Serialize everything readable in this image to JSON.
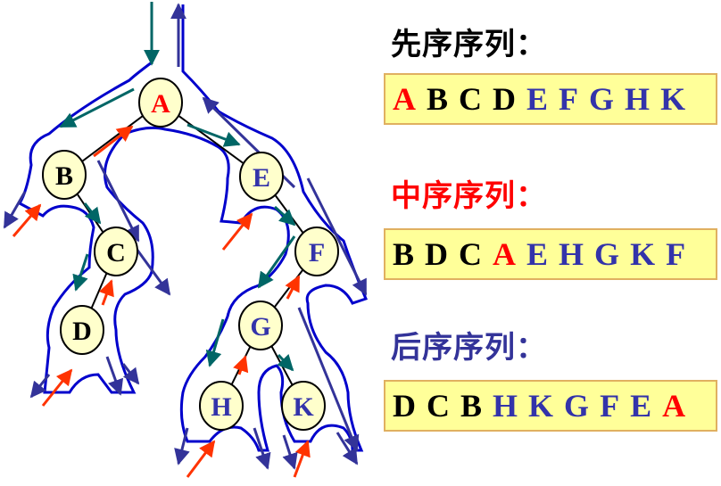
{
  "tree": {
    "nodes": [
      {
        "id": "A",
        "label": "A",
        "color": "#ff0000"
      },
      {
        "id": "B",
        "label": "B",
        "color": "#000000"
      },
      {
        "id": "C",
        "label": "C",
        "color": "#000000"
      },
      {
        "id": "D",
        "label": "D",
        "color": "#000000"
      },
      {
        "id": "E",
        "label": "E",
        "color": "#3333aa"
      },
      {
        "id": "F",
        "label": "F",
        "color": "#3333aa"
      },
      {
        "id": "G",
        "label": "G",
        "color": "#3333aa"
      },
      {
        "id": "H",
        "label": "H",
        "color": "#3333aa"
      },
      {
        "id": "K",
        "label": "K",
        "color": "#3333aa"
      }
    ],
    "edges": [
      [
        "A",
        "B"
      ],
      [
        "A",
        "E"
      ],
      [
        "B",
        "C"
      ],
      [
        "C",
        "D"
      ],
      [
        "E",
        "F"
      ],
      [
        "F",
        "G"
      ],
      [
        "G",
        "H"
      ],
      [
        "G",
        "K"
      ]
    ],
    "node_fill": "#ffffcc",
    "contour_color": "#0000cc",
    "preorder_arrow_color": "#006666",
    "inorder_arrow_color": "#ff3300",
    "postorder_arrow_color": "#333399"
  },
  "sequences": [
    {
      "title": "先序序列：",
      "title_color": "#000000",
      "letters": [
        {
          "text": "A",
          "color": "#ff0000"
        },
        {
          "text": "B",
          "color": "#000000"
        },
        {
          "text": "C",
          "color": "#000000"
        },
        {
          "text": "D",
          "color": "#000000"
        },
        {
          "text": "E",
          "color": "#3333aa"
        },
        {
          "text": "F",
          "color": "#3333aa"
        },
        {
          "text": "G",
          "color": "#3333aa"
        },
        {
          "text": "H",
          "color": "#3333aa"
        },
        {
          "text": "K",
          "color": "#3333aa"
        }
      ]
    },
    {
      "title": "中序序列：",
      "title_color": "#ff0000",
      "letters": [
        {
          "text": "B",
          "color": "#000000"
        },
        {
          "text": "D",
          "color": "#000000"
        },
        {
          "text": "C",
          "color": "#000000"
        },
        {
          "text": "A",
          "color": "#ff0000"
        },
        {
          "text": "E",
          "color": "#3333aa"
        },
        {
          "text": "H",
          "color": "#3333aa"
        },
        {
          "text": "G",
          "color": "#3333aa"
        },
        {
          "text": "K",
          "color": "#3333aa"
        },
        {
          "text": "F",
          "color": "#3333aa"
        }
      ]
    },
    {
      "title": "后序序列：",
      "title_color": "#333399",
      "letters": [
        {
          "text": "D",
          "color": "#000000"
        },
        {
          "text": "C",
          "color": "#000000"
        },
        {
          "text": "B",
          "color": "#000000"
        },
        {
          "text": "H",
          "color": "#3333aa"
        },
        {
          "text": "K",
          "color": "#3333aa"
        },
        {
          "text": "G",
          "color": "#3333aa"
        },
        {
          "text": "F",
          "color": "#3333aa"
        },
        {
          "text": "E",
          "color": "#3333aa"
        },
        {
          "text": "A",
          "color": "#ff0000"
        }
      ]
    }
  ]
}
